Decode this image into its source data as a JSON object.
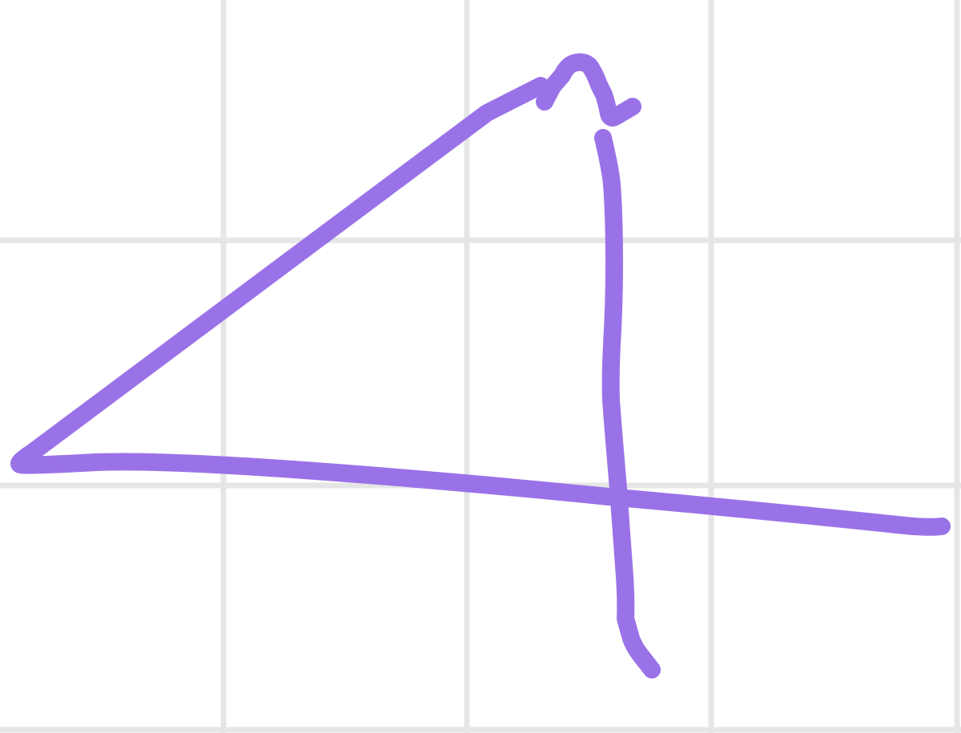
{
  "canvas": {
    "background": "#ffffff",
    "grid_color": "#e6e6e6",
    "grid_columns": 4,
    "grid_rows": 3
  },
  "ink": {
    "color": "#9a72e8",
    "stroke_count": 3
  }
}
